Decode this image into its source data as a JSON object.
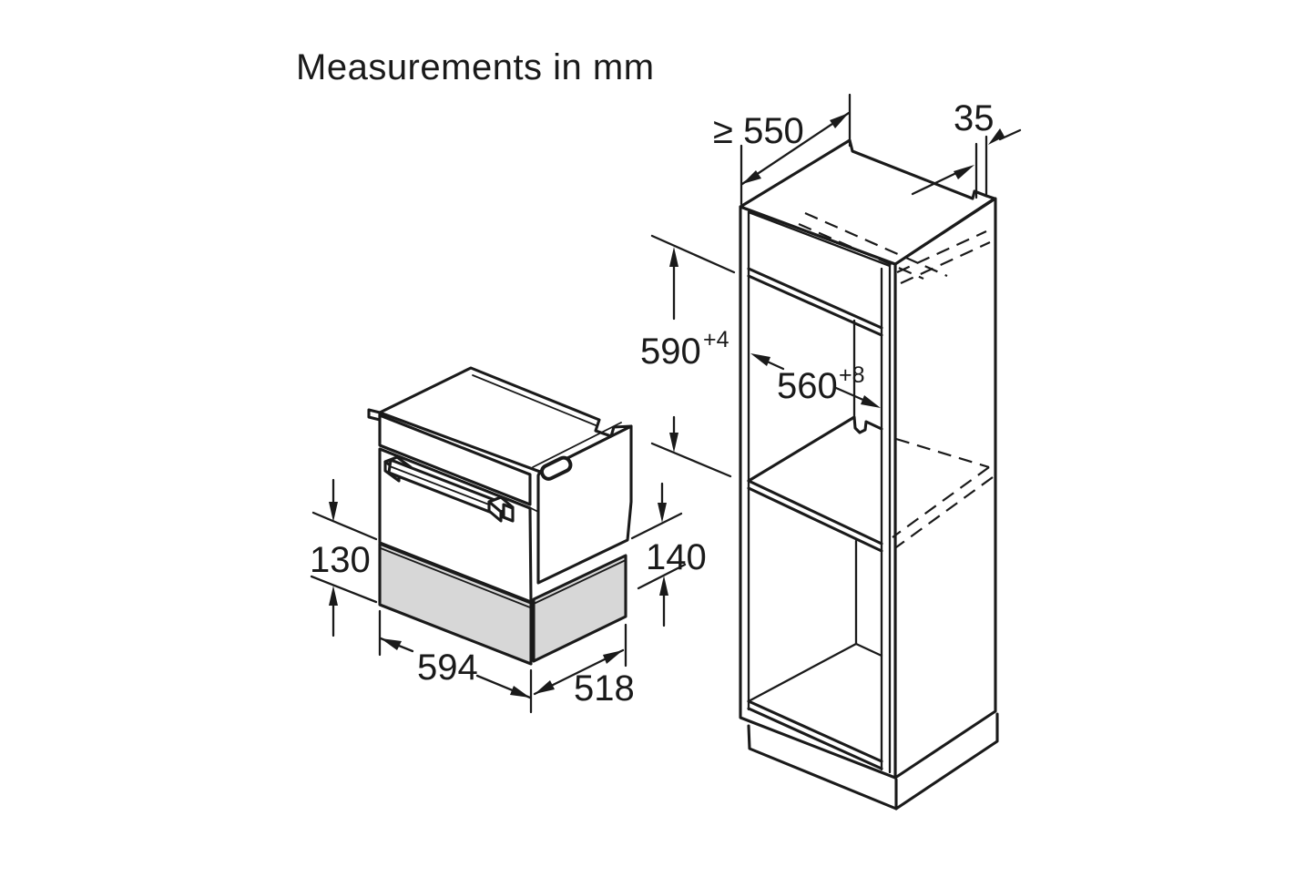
{
  "page": {
    "title": "Measurements in mm"
  },
  "colors": {
    "line": "#1a1a1a",
    "panel_gray": "#d7d7d7",
    "background": "#ffffff"
  },
  "appliance": {
    "description": "warming drawer with accessory drawer, isometric view",
    "dimensions": {
      "drawer_height_left": "130",
      "front_panel_height_right": "140",
      "width": "594",
      "depth": "518"
    }
  },
  "cabinet": {
    "description": "tall built-in cabinet niche, isometric view",
    "dimensions": {
      "min_depth": "≥ 550",
      "rear_clearance": "35",
      "niche_height": "590",
      "niche_height_tolerance": "+4",
      "niche_width": "560",
      "niche_width_tolerance": "+8"
    }
  }
}
